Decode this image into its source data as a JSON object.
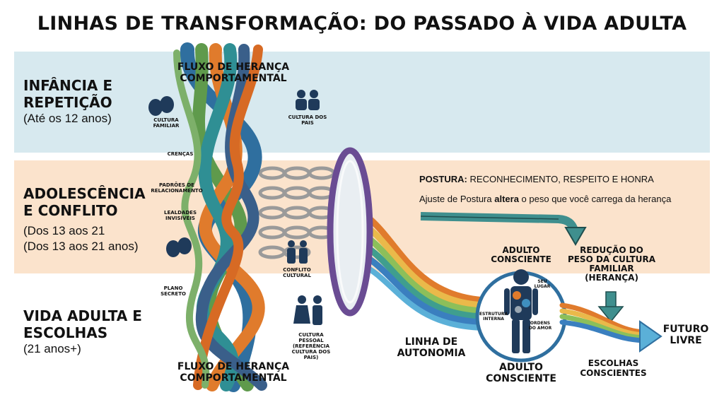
{
  "title": "LINHAS DE TRANSFORMAÇÃO: DO PASSADO À VIDA ADULTA",
  "colors": {
    "band_childhood": "#d7e9ef",
    "band_adolescence": "#fbe3cc",
    "strand_blue": "#2f6f9f",
    "strand_green": "#5f9a4c",
    "strand_orange": "#e07b2c",
    "strand_teal": "#2f8f94",
    "arrow_teal": "#3f8f8e",
    "lens_purple": "#6a4c93"
  },
  "stages": [
    {
      "title_l1": "INFÂNCIA E",
      "title_l2": "REPETIÇÃO",
      "sub": "(Até os 12 anos)"
    },
    {
      "title_l1": "ADOLESCÊNCIA",
      "title_l2": "E CONFLITO",
      "sub_l1": "(Dos 13 aos 21",
      "sub_l2": "(Dos 13 aos 21 anos)"
    },
    {
      "title_l1": "VIDA ADULTA E",
      "title_l2": "ESCOLHAS",
      "sub": "(21 anos+)"
    }
  ],
  "braid": {
    "top_label_l1": "FLUXO DE HERANÇA",
    "top_label_l2": "COMPORTAMENTAL",
    "bottom_label_l1": "FLUXO DE HERANÇA",
    "bottom_label_l2": "COMPORTAMENTAL"
  },
  "left_labels": {
    "cultura_familiar_l1": "CULTURA",
    "cultura_familiar_l2": "FAMILIAR",
    "crencas": "CRENÇAS",
    "padroes_l1": "PADRÕES DE",
    "padroes_l2": "RELACIONAMENTO",
    "lealdades_l1": "LEALDADES",
    "lealdades_l2": "INVISÍVEIS",
    "plano_l1": "PLANO",
    "plano_l2": "SECRETO"
  },
  "right_labels": {
    "cultura_pais_l1": "CULTURA DOS",
    "cultura_pais_l2": "PAIS",
    "conflito_l1": "CONFLITO",
    "conflito_l2": "CULTURAL",
    "cultura_pessoal_l1": "CULTURA",
    "cultura_pessoal_l2": "PESSOAL",
    "cultura_pessoal_l3": "(REFERÊNCIA",
    "cultura_pessoal_l4": "CULTURA DOS",
    "cultura_pessoal_l5": "PAIS)"
  },
  "posture": {
    "label": "POSTURA:",
    "value": "RECONHECIMENTO, RESPEITO E HONRA",
    "line2_pre": "Ajuste de Postura ",
    "line2_bold": "altera",
    "line2_post": " o peso que você carrega da herança"
  },
  "reduction": {
    "l1": "REDUÇÃO DO",
    "l2": "PESO DA CULTURA",
    "l3": "FAMILIAR",
    "l4": "(HERANÇA)"
  },
  "adult": {
    "top_l1": "ADULTO",
    "top_l2": "CONSCIENTE",
    "bottom_l1": "ADULTO",
    "bottom_l2": "CONSCIENTE",
    "seu_lugar_l1": "SEU",
    "seu_lugar_l2": "LUGAR",
    "estrutura_l1": "ESTRUTURA",
    "estrutura_l2": "INTERNA",
    "ordens_l1": "ORDENS",
    "ordens_l2": "DO AMOR"
  },
  "linha_autonomia_l1": "LINHA DE",
  "linha_autonomia_l2": "AUTONOMIA",
  "escolhas_l1": "ESCOLHAS",
  "escolhas_l2": "CONSCIENTES",
  "futuro_l1": "FUTURO",
  "futuro_l2": "LIVRE"
}
